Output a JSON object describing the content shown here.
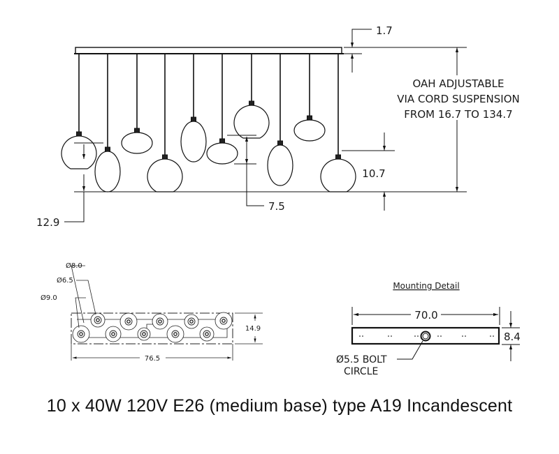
{
  "elevation": {
    "canopy_height_dim": "1.7",
    "oah_note": [
      "OAH ADJUSTABLE",
      "VIA CORD SUSPENSION",
      "FROM 16.7 TO 134.7"
    ],
    "pendant_height_dim": "10.7",
    "small_pendant_dim": "7.5",
    "left_pendant_dim": "12.9",
    "pendants": [
      {
        "shape": "globe",
        "size": "large"
      },
      {
        "shape": "oval",
        "size": "tall"
      },
      {
        "shape": "ellipse",
        "size": "small"
      },
      {
        "shape": "globe",
        "size": "large"
      },
      {
        "shape": "oval",
        "size": "tall"
      },
      {
        "shape": "ellipse",
        "size": "small"
      },
      {
        "shape": "globe",
        "size": "large"
      },
      {
        "shape": "oval",
        "size": "tall"
      },
      {
        "shape": "ellipse",
        "size": "small"
      },
      {
        "shape": "globe",
        "size": "large"
      }
    ]
  },
  "plan": {
    "diameter_labels": [
      "Ø8.0",
      "Ø6.5",
      "Ø9.0"
    ],
    "width_dim": "76.5",
    "depth_dim": "14.9"
  },
  "mounting": {
    "title": "Mounting Detail",
    "width_dim": "70.0",
    "height_dim": "8.4",
    "bolt_label": [
      "Ø5.5 BOLT",
      "CIRCLE"
    ]
  },
  "footer": {
    "spec": "10 x 40W 120V E26 (medium base) type A19 Incandescent"
  }
}
